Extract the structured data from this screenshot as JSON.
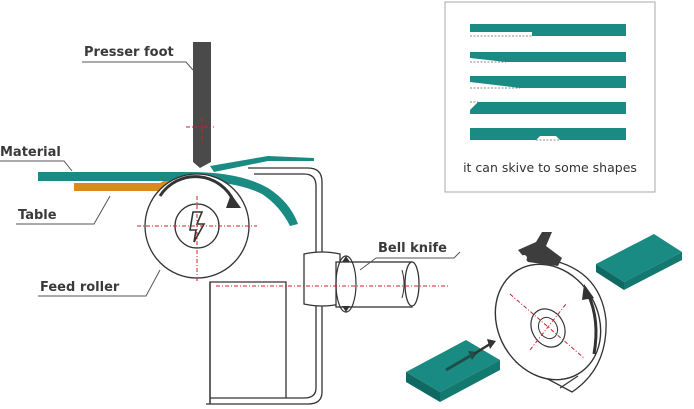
{
  "labels": {
    "presser_foot": "Presser foot",
    "material": "Material",
    "table": "Table",
    "feed_roller": "Feed roller",
    "bell_knife": "Bell knife"
  },
  "inset": {
    "caption": "it can skive to some shapes"
  },
  "colors": {
    "material": "#1a8b82",
    "table": "#d98a1a",
    "presser_foot": "#4a4a4a",
    "machine_outline": "#333333",
    "center_line": "#d0202a",
    "label_text": "#3a3a3a"
  }
}
